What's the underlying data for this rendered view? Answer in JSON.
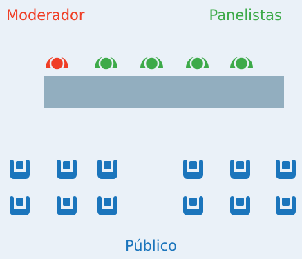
{
  "labels": {
    "moderator": "Moderador",
    "panelists": "Panelistas",
    "public": "Público"
  },
  "colors": {
    "background": "#eaf1f8",
    "moderator": "#ef3e26",
    "panelist": "#3daa49",
    "audience": "#1b75bc",
    "table": "#92aebf"
  },
  "counts": {
    "moderator_seats": 1,
    "panelist_seats": 4,
    "audience_seats": 12
  }
}
